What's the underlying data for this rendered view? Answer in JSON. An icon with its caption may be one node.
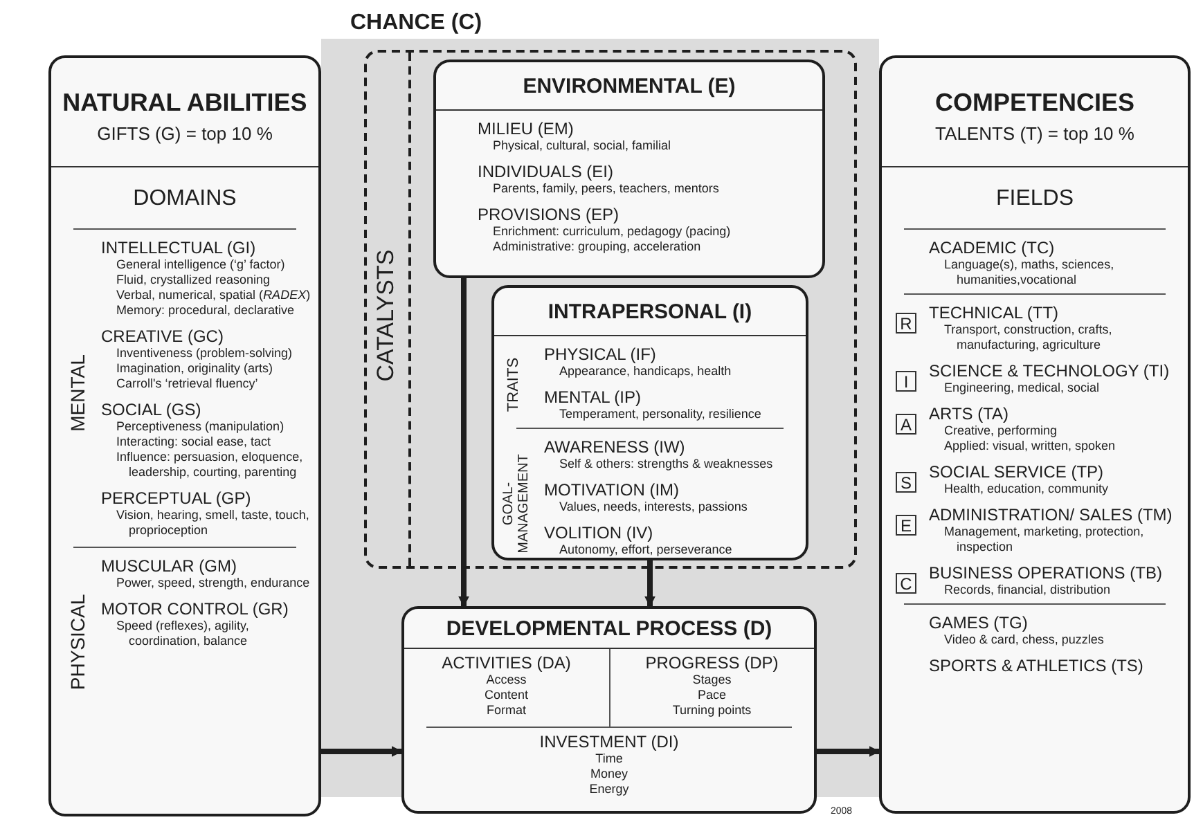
{
  "diagram": {
    "nodes": [
      {
        "text": [
          "CHANCE (C)"
        ]
      },
      {
        "text": [
          "NATURAL ABILITIES",
          "GIFTS (G) = top 10 %",
          "DOMAINS",
          "MENTAL",
          "INTELLECTUAL (GI)",
          "General intelligence (‘g’ factor)",
          "Fluid, crystallized reasoning",
          "Verbal, numerical, spatial (*RADEX*)",
          "Memory: procedural, declarative",
          "CREATIVE (GC)",
          "Inventiveness (problem-solving)",
          "Imagination, originality (arts)",
          "Carroll's ‘retrieval fluency’",
          "SOCIAL (GS)",
          "Perceptiveness (manipulation)",
          "Interacting: social ease, tact",
          "Influence: persuasion, eloquence, leadership, courting, parenting",
          "PERCEPTUAL (GP)",
          "Vision, hearing, smell, taste, touch, proprioception",
          "PHYSICAL",
          "MUSCULAR (GM)",
          "Power, speed, strength, endurance",
          "MOTOR CONTROL (GR)",
          "Speed (reflexes), agility, coordination, balance"
        ]
      },
      {
        "text": [
          "CATALYSTS"
        ],
        "in": 0
      },
      {
        "text": [
          "ENVIRONMENTAL (E)",
          "MILIEU (EM)",
          "Physical, cultural, social, familial",
          "INDIVIDUALS (EI)",
          "Parents, family, peers, teachers, mentors",
          "PROVISIONS (EP)",
          "Enrichment: curriculum, pedagogy (pacing)",
          "Administrative: grouping, acceleration"
        ],
        "in": 2
      },
      {
        "text": [
          "INTRAPERSONAL (I)",
          "TRAITS",
          "PHYSICAL (IF)",
          "Appearance, handicaps, health",
          "MENTAL (IP)",
          "Temperament, personality, resilience",
          "GOAL- MANAGEMENT",
          "AWARENESS (IW)",
          "Self & others: strengths & weaknesses",
          "MOTIVATION (IM)",
          "Values, needs, interests, passions",
          "VOLITION (IV)",
          "Autonomy, effort, perseverance"
        ],
        "in": 2
      },
      {
        "text": [
          "DEVELOPMENTAL PROCESS (D)",
          "ACTIVITIES (DA)",
          "Access",
          "Content",
          "Format",
          "PROGRESS (DP)",
          "Stages",
          "Pace",
          "Turning points",
          "INVESTMENT (DI)",
          "Time",
          "Money",
          "Energy"
        ],
        "in": 0
      },
      {
        "text": [
          "COMPETENCIES",
          "TALENTS (T) = top 10 %",
          "FIELDS",
          "ACADEMIC (TC)",
          "Language(s), maths, sciences, humanities,vocational",
          "TECHNICAL (TT)",
          "Transport, construction, crafts, manufacturing, agriculture",
          "SCIENCE & TECHNOLOGY (TI)",
          "Engineering, medical, social",
          "ARTS (TA)",
          "Creative, performing",
          "Applied: visual, written, spoken",
          "SOCIAL SERVICE (TP)",
          "Health, education, community",
          "ADMINISTRATION/ SALES (TM)",
          "Management, marketing, protection, inspection",
          "BUSINESS OPERATIONS (TB)",
          "Records, financial, distribution",
          "GAMES (TG)",
          "Video & card, chess, puzzles",
          "SPORTS & ATHLETICS (TS)"
        ]
      },
      {
        "text": [
          "R"
        ],
        "in": 6
      },
      {
        "text": [
          "I"
        ],
        "in": 6
      },
      {
        "text": [
          "A"
        ],
        "in": 6
      },
      {
        "text": [
          "S"
        ],
        "in": 6
      },
      {
        "text": [
          "E"
        ],
        "in": 6
      },
      {
        "text": [
          "C"
        ],
        "in": 6
      }
    ],
    "edges": [
      {
        "from": 1,
        "to": 5,
        "arrow": "to"
      },
      {
        "from": 3,
        "to": 5,
        "arrow": "to"
      },
      {
        "from": 4,
        "to": 5,
        "arrow": "to"
      },
      {
        "from": 5,
        "to": 6,
        "arrow": "to"
      }
    ],
    "labels": [
      "2008"
    ]
  }
}
